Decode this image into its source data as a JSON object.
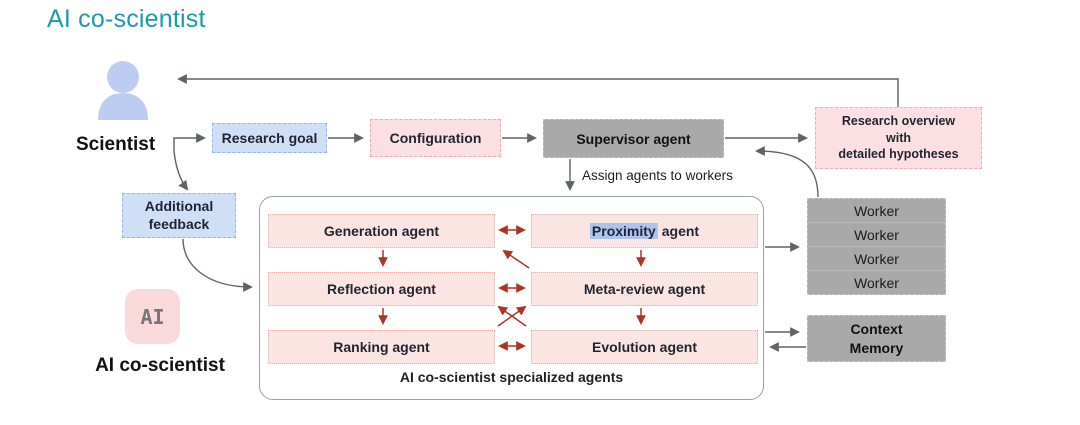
{
  "title": "AI co-scientist",
  "scientist": {
    "label": "Scientist"
  },
  "ai": {
    "icon": "AI",
    "label": "AI co-scientist"
  },
  "boxes": {
    "research_goal": "Research goal",
    "configuration": "Configuration",
    "supervisor": "Supervisor agent",
    "research_overview": "Research overview\nwith\ndetailed hypotheses",
    "additional_feedback": "Additional\nfeedback",
    "context_memory": "Context\nMemory"
  },
  "labels": {
    "assign": "Assign agents to workers",
    "agents_caption": "AI co-scientist specialized agents"
  },
  "workers": [
    "Worker",
    "Worker",
    "Worker",
    "Worker"
  ],
  "agents": {
    "generation": "Generation agent",
    "proximity_highlight": "Proximity",
    "proximity_rest": "agent",
    "reflection": "Reflection agent",
    "meta_review": "Meta-review agent",
    "ranking": "Ranking agent",
    "evolution": "Evolution agent"
  },
  "colors": {
    "accent_teal": "#1b9aaa",
    "blue_fill": "#cfdff6",
    "pink_fill": "#fbdfe2",
    "gray_fill": "#a9a9a9",
    "red_arrow": "#ab3428",
    "gray_arrow": "#5f6368",
    "highlight_blue": "#aec4ee"
  }
}
